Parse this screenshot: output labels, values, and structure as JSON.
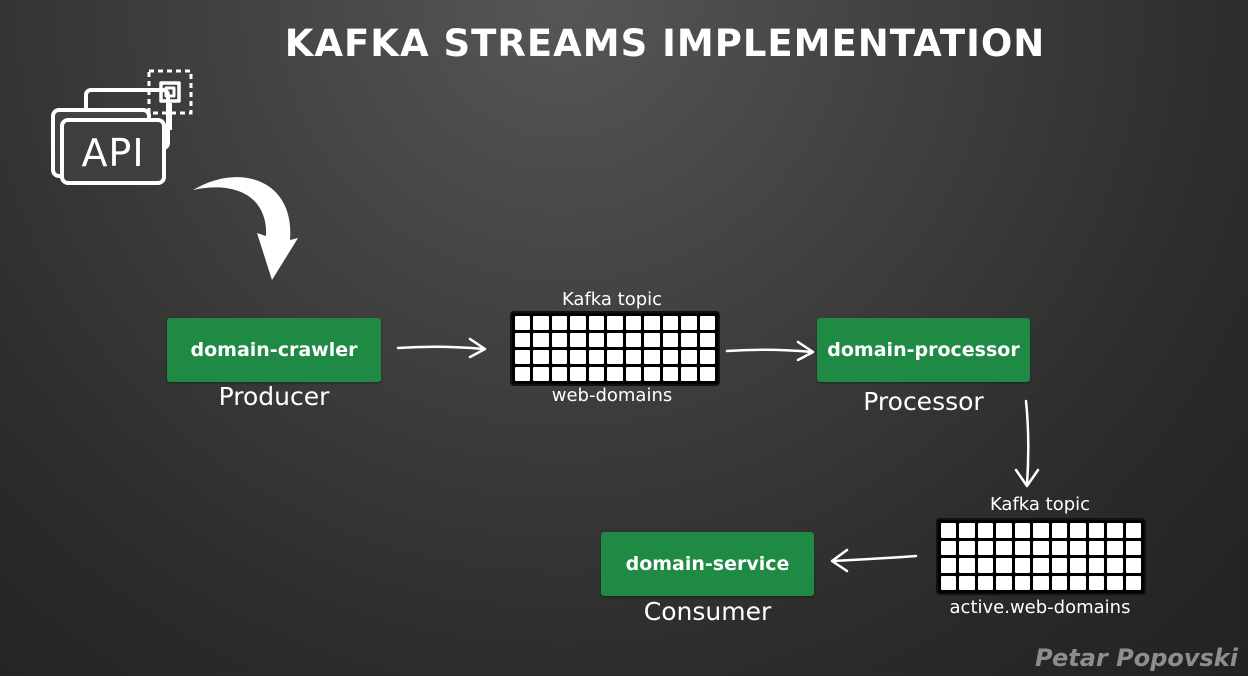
{
  "title": "KAFKA STREAMS IMPLEMENTATION",
  "api_icon": {
    "label": "API",
    "icon": "api-cards-icon"
  },
  "nodes": {
    "producer": {
      "name": "domain-crawler",
      "role": "Producer"
    },
    "processor": {
      "name": "domain-processor",
      "role": "Processor"
    },
    "consumer": {
      "name": "domain-service",
      "role": "Consumer"
    }
  },
  "topics": [
    {
      "label": "Kafka topic",
      "name": "web-domains"
    },
    {
      "label": "Kafka topic",
      "name": "active.web-domains"
    }
  ],
  "author": "Petar Popovski",
  "colors": {
    "box_green": "#1e8a44",
    "background": "#3a3938",
    "author_gray": "#8e8e8e"
  }
}
